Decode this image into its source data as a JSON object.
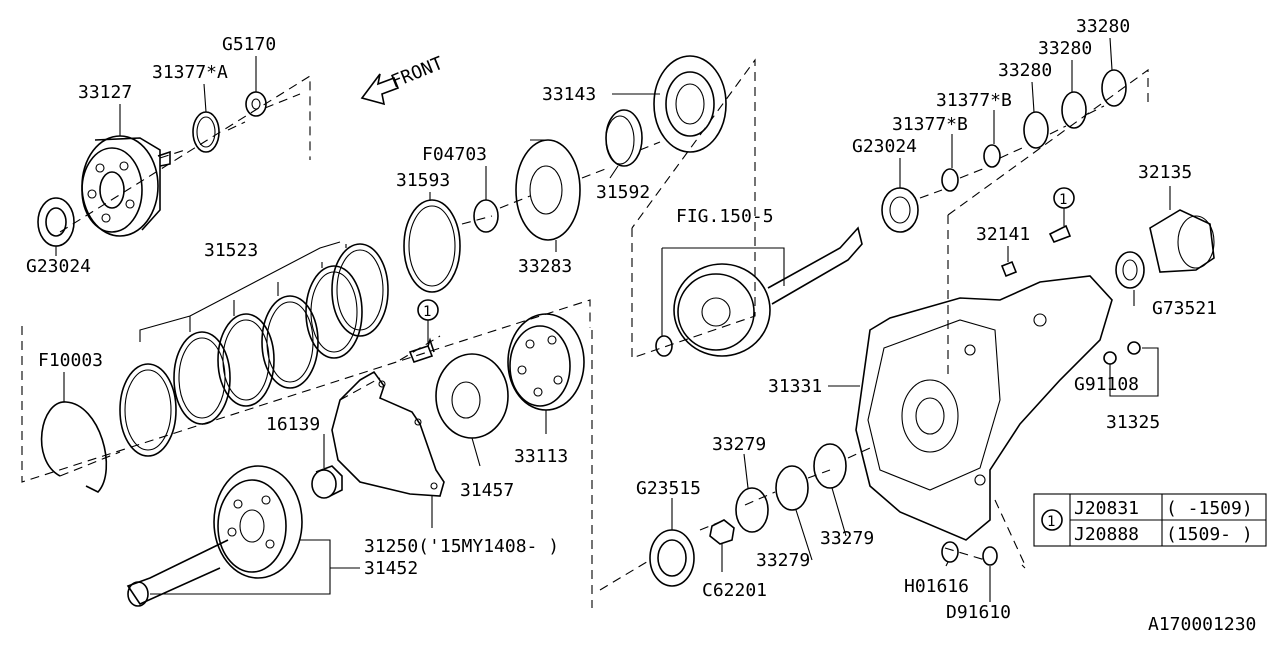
{
  "labels": {
    "p33127": "33127",
    "p31377a": "31377*A",
    "pG5170": "G5170",
    "pG23024a": "G23024",
    "front": "FRONT",
    "p33143": "33143",
    "pF04703": "F04703",
    "p31593": "31593",
    "p31592": "31592",
    "p33283": "33283",
    "p31523": "31523",
    "pF10003": "F10003",
    "p16139": "16139",
    "p31457": "31457",
    "p33113": "33113",
    "p31250": "31250('15MY1408- )",
    "p31452": "31452",
    "pFig150": "FIG.150-5",
    "pG23024b": "G23024",
    "p31377b1": "31377*B",
    "p31377b2": "31377*B",
    "p33280a": "33280",
    "p33280b": "33280",
    "p33280c": "33280",
    "p32135": "32135",
    "p32141": "32141",
    "pG73521": "G73521",
    "p31331": "31331",
    "pG91108": "G91108",
    "p31325": "31325",
    "p33279a": "33279",
    "p33279b": "33279",
    "p33279c": "33279",
    "pG23515": "G23515",
    "pC62201": "C62201",
    "pH01616": "H01616",
    "pD91610": "D91610",
    "ref1a": "1",
    "ref1b": "1",
    "diagram_id": "A170001230"
  },
  "legend": {
    "ref": "1",
    "rows": [
      {
        "part": "J20831",
        "range": "( -1509)"
      },
      {
        "part": "J20888",
        "range": "(1509- )"
      }
    ]
  }
}
